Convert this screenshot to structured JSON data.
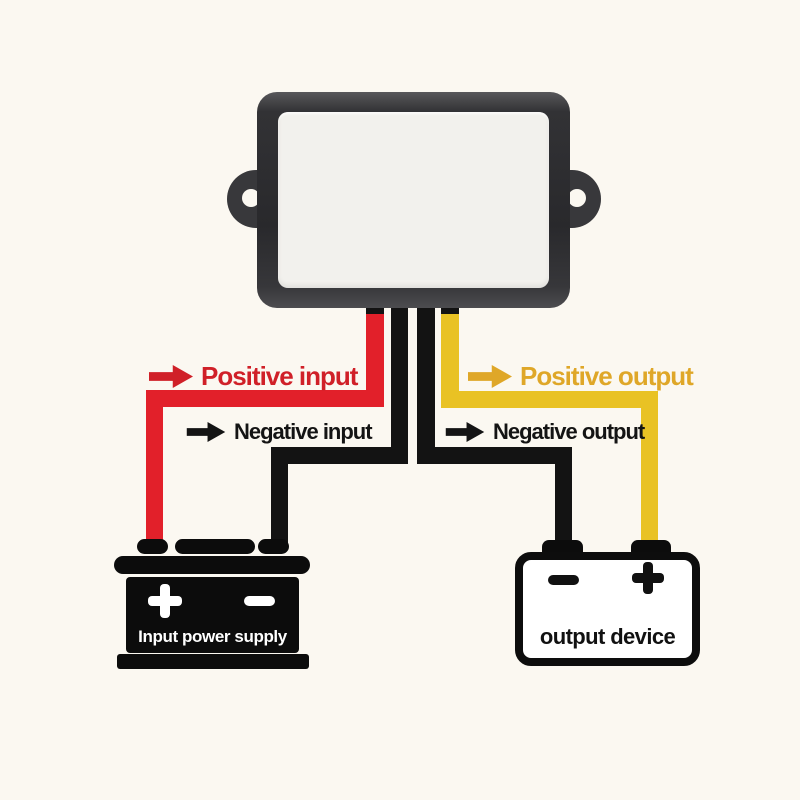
{
  "canvas": {
    "background": "#fbf8f1"
  },
  "colors": {
    "red_wire": "#e2202a",
    "yellow_wire": "#e9c224",
    "black_wire": "#131313",
    "red_text": "#d02028",
    "gold_text": "#dfa728",
    "black_text": "#141414",
    "module_body": "#2f2f32",
    "module_panel": "#f2f1ed",
    "device_black": "#0c0c0c",
    "background": "#fbf8f1"
  },
  "converter_module": {
    "name": "dc-voltage-converter-module"
  },
  "wires": {
    "positive_input": {
      "color": "#e2202a"
    },
    "negative_input": {
      "color": "#131313"
    },
    "positive_output": {
      "color": "#e9c224"
    },
    "negative_output": {
      "color": "#131313"
    }
  },
  "wire_labels": {
    "positive_input": {
      "text": "Positive input",
      "color": "#d02028"
    },
    "negative_input": {
      "text": "Negative input",
      "color": "#141414"
    },
    "positive_output": {
      "text": "Positive output",
      "color": "#dfa728"
    },
    "negative_output": {
      "text": "Negative output",
      "color": "#141414"
    }
  },
  "input_power_supply": {
    "label": "Input power supply",
    "positive_symbol": "+",
    "negative_symbol": "−"
  },
  "output_device": {
    "label": "output device",
    "positive_symbol": "+",
    "negative_symbol": "−"
  }
}
